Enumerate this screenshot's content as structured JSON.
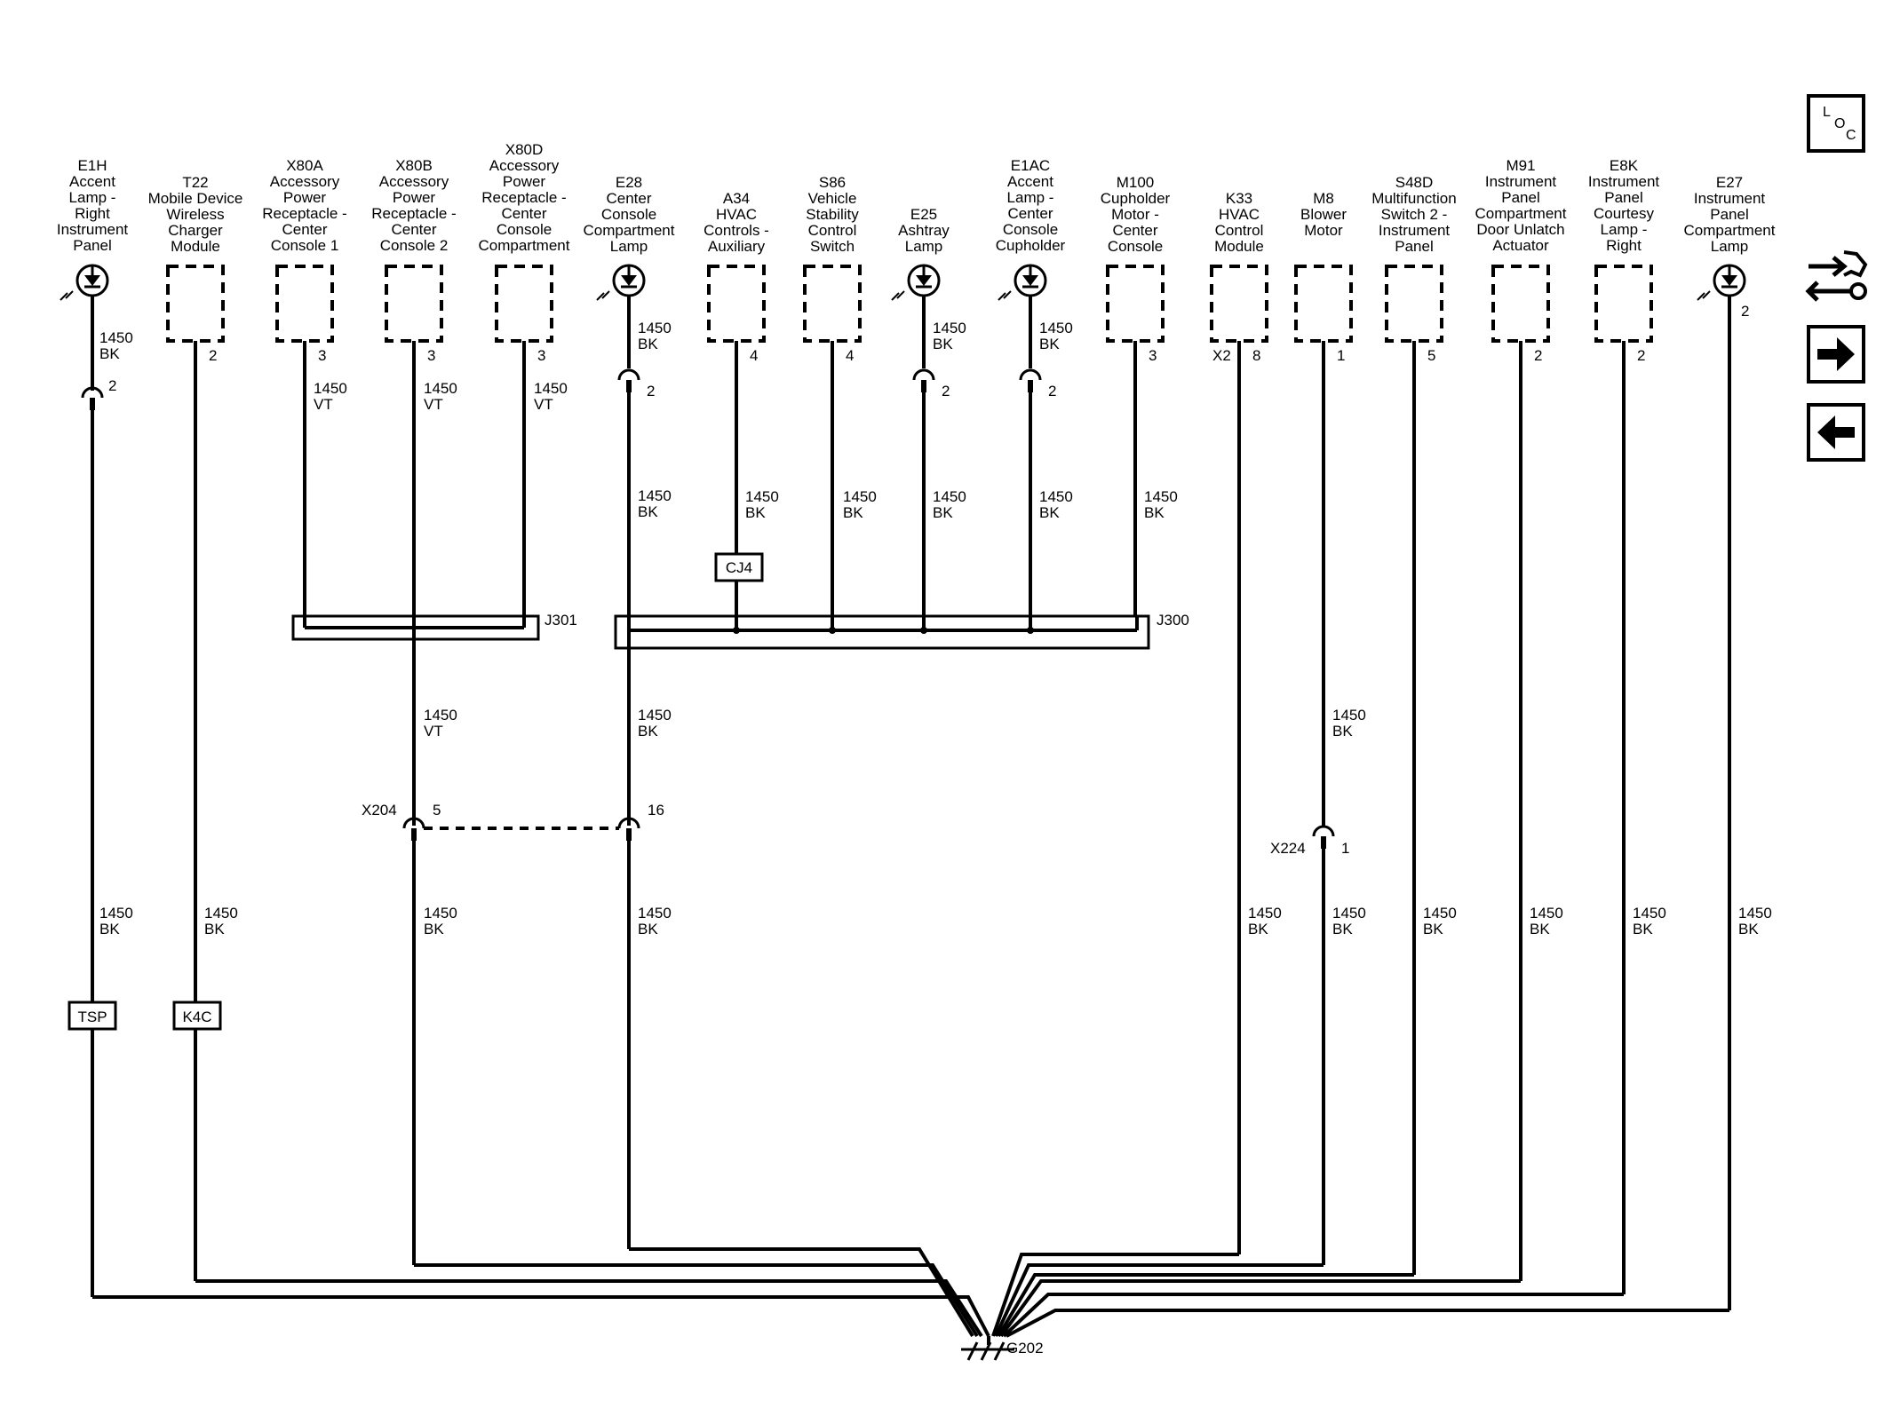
{
  "components": [
    {
      "id": "e1h",
      "kind": "lamp",
      "lines": [
        "E1H",
        "Accent",
        "Lamp -",
        "Right",
        "Instrument",
        "Panel"
      ],
      "pin": "2"
    },
    {
      "id": "t22",
      "kind": "box",
      "lines": [
        "T22",
        "Mobile Device",
        "Wireless",
        "Charger",
        "Module"
      ],
      "pin": "2"
    },
    {
      "id": "x80a",
      "kind": "box",
      "lines": [
        "X80A",
        "Accessory",
        "Power",
        "Receptacle -",
        "Center",
        "Console 1"
      ],
      "pin": "3"
    },
    {
      "id": "x80b",
      "kind": "box",
      "lines": [
        "X80B",
        "Accessory",
        "Power",
        "Receptacle -",
        "Center",
        "Console 2"
      ],
      "pin": "3"
    },
    {
      "id": "x80d",
      "kind": "box",
      "lines": [
        "X80D",
        "Accessory",
        "Power",
        "Receptacle -",
        "Center",
        "Console",
        "Compartment"
      ],
      "pin": "3"
    },
    {
      "id": "e28",
      "kind": "lamp",
      "lines": [
        "E28",
        "Center",
        "Console",
        "Compartment",
        "Lamp"
      ],
      "pin": "2"
    },
    {
      "id": "a34",
      "kind": "box",
      "lines": [
        "A34",
        "HVAC",
        "Controls -",
        "Auxiliary"
      ],
      "pin": "4"
    },
    {
      "id": "s86",
      "kind": "box",
      "lines": [
        "S86",
        "Vehicle",
        "Stability",
        "Control",
        "Switch"
      ],
      "pin": "4"
    },
    {
      "id": "e25",
      "kind": "lamp",
      "lines": [
        "E25",
        "Ashtray",
        "Lamp"
      ],
      "pin": "2"
    },
    {
      "id": "e1ac",
      "kind": "lamp",
      "lines": [
        "E1AC",
        "Accent",
        "Lamp -",
        "Center",
        "Console",
        "Cupholder"
      ],
      "pin": "2"
    },
    {
      "id": "m100",
      "kind": "box",
      "lines": [
        "M100",
        "Cupholder",
        "Motor -",
        "Center",
        "Console"
      ],
      "pin": "3"
    },
    {
      "id": "k33",
      "kind": "box",
      "lines": [
        "K33",
        "HVAC",
        "Control",
        "Module"
      ],
      "pin": "8",
      "connector": "X2"
    },
    {
      "id": "m8",
      "kind": "box",
      "lines": [
        "M8",
        "Blower",
        "Motor"
      ],
      "pin": "1"
    },
    {
      "id": "s48d",
      "kind": "box",
      "lines": [
        "S48D",
        "Multifunction",
        "Switch 2 -",
        "Instrument",
        "Panel"
      ],
      "pin": "5"
    },
    {
      "id": "m91",
      "kind": "box",
      "lines": [
        "M91",
        "Instrument",
        "Panel",
        "Compartment",
        "Door Unlatch",
        "Actuator"
      ],
      "pin": "2"
    },
    {
      "id": "e8k",
      "kind": "box",
      "lines": [
        "E8K",
        "Instrument",
        "Panel",
        "Courtesy",
        "Lamp -",
        "Right"
      ],
      "pin": "2"
    },
    {
      "id": "e27",
      "kind": "lamp",
      "lines": [
        "E27",
        "Instrument",
        "Panel",
        "Compartment",
        "Lamp"
      ],
      "pin": "2"
    }
  ],
  "wire_labels": [
    {
      "id": "e1h-top",
      "lines": [
        "1450",
        "BK"
      ]
    },
    {
      "id": "e1h-bottom",
      "lines": [
        "1450",
        "BK"
      ]
    },
    {
      "id": "t22-bottom",
      "lines": [
        "1450",
        "BK"
      ]
    },
    {
      "id": "x80a",
      "lines": [
        "1450",
        "VT"
      ]
    },
    {
      "id": "x80b",
      "lines": [
        "1450",
        "VT"
      ]
    },
    {
      "id": "x80d",
      "lines": [
        "1450",
        "VT"
      ]
    },
    {
      "id": "x80b-mid",
      "lines": [
        "1450",
        "VT"
      ]
    },
    {
      "id": "x80b-bottom",
      "lines": [
        "1450",
        "BK"
      ]
    },
    {
      "id": "e28-top",
      "lines": [
        "1450",
        "BK"
      ]
    },
    {
      "id": "e28-upper",
      "lines": [
        "1450",
        "BK"
      ]
    },
    {
      "id": "e28-mid",
      "lines": [
        "1450",
        "BK"
      ]
    },
    {
      "id": "e28-bottom",
      "lines": [
        "1450",
        "BK"
      ]
    },
    {
      "id": "a34",
      "lines": [
        "1450",
        "BK"
      ]
    },
    {
      "id": "s86",
      "lines": [
        "1450",
        "BK"
      ]
    },
    {
      "id": "e25-top",
      "lines": [
        "1450",
        "BK"
      ]
    },
    {
      "id": "e25-mid",
      "lines": [
        "1450",
        "BK"
      ]
    },
    {
      "id": "e1ac-top",
      "lines": [
        "1450",
        "BK"
      ]
    },
    {
      "id": "e1ac-mid",
      "lines": [
        "1450",
        "BK"
      ]
    },
    {
      "id": "m100",
      "lines": [
        "1450",
        "BK"
      ]
    },
    {
      "id": "k33",
      "lines": [
        "1450",
        "BK"
      ]
    },
    {
      "id": "m8-mid",
      "lines": [
        "1450",
        "BK"
      ]
    },
    {
      "id": "m8-bottom",
      "lines": [
        "1450",
        "BK"
      ]
    },
    {
      "id": "s48d",
      "lines": [
        "1450",
        "BK"
      ]
    },
    {
      "id": "m91",
      "lines": [
        "1450",
        "BK"
      ]
    },
    {
      "id": "e8k",
      "lines": [
        "1450",
        "BK"
      ]
    },
    {
      "id": "e27",
      "lines": [
        "1450",
        "BK"
      ]
    }
  ],
  "inline_connector_pins": {
    "e1h": "2",
    "e28": "2",
    "e25": "2",
    "e1ac": "2"
  },
  "splice_packs": {
    "j301": "J301",
    "j300": "J300",
    "cj4": "CJ4"
  },
  "harness_connectors": {
    "x204": {
      "name": "X204",
      "pin_x80b": "5",
      "pin_e28": "16"
    },
    "x224": {
      "name": "X224",
      "pin": "1"
    }
  },
  "splice_tags": {
    "tsp": "TSP",
    "k4c": "K4C"
  },
  "ground": "G202",
  "nav": {
    "loc_letters": [
      "L",
      "O",
      "C"
    ],
    "tool_icon": "connector-wrench-icon",
    "next_icon": "arrow-right-icon",
    "prev_icon": "arrow-left-icon"
  }
}
